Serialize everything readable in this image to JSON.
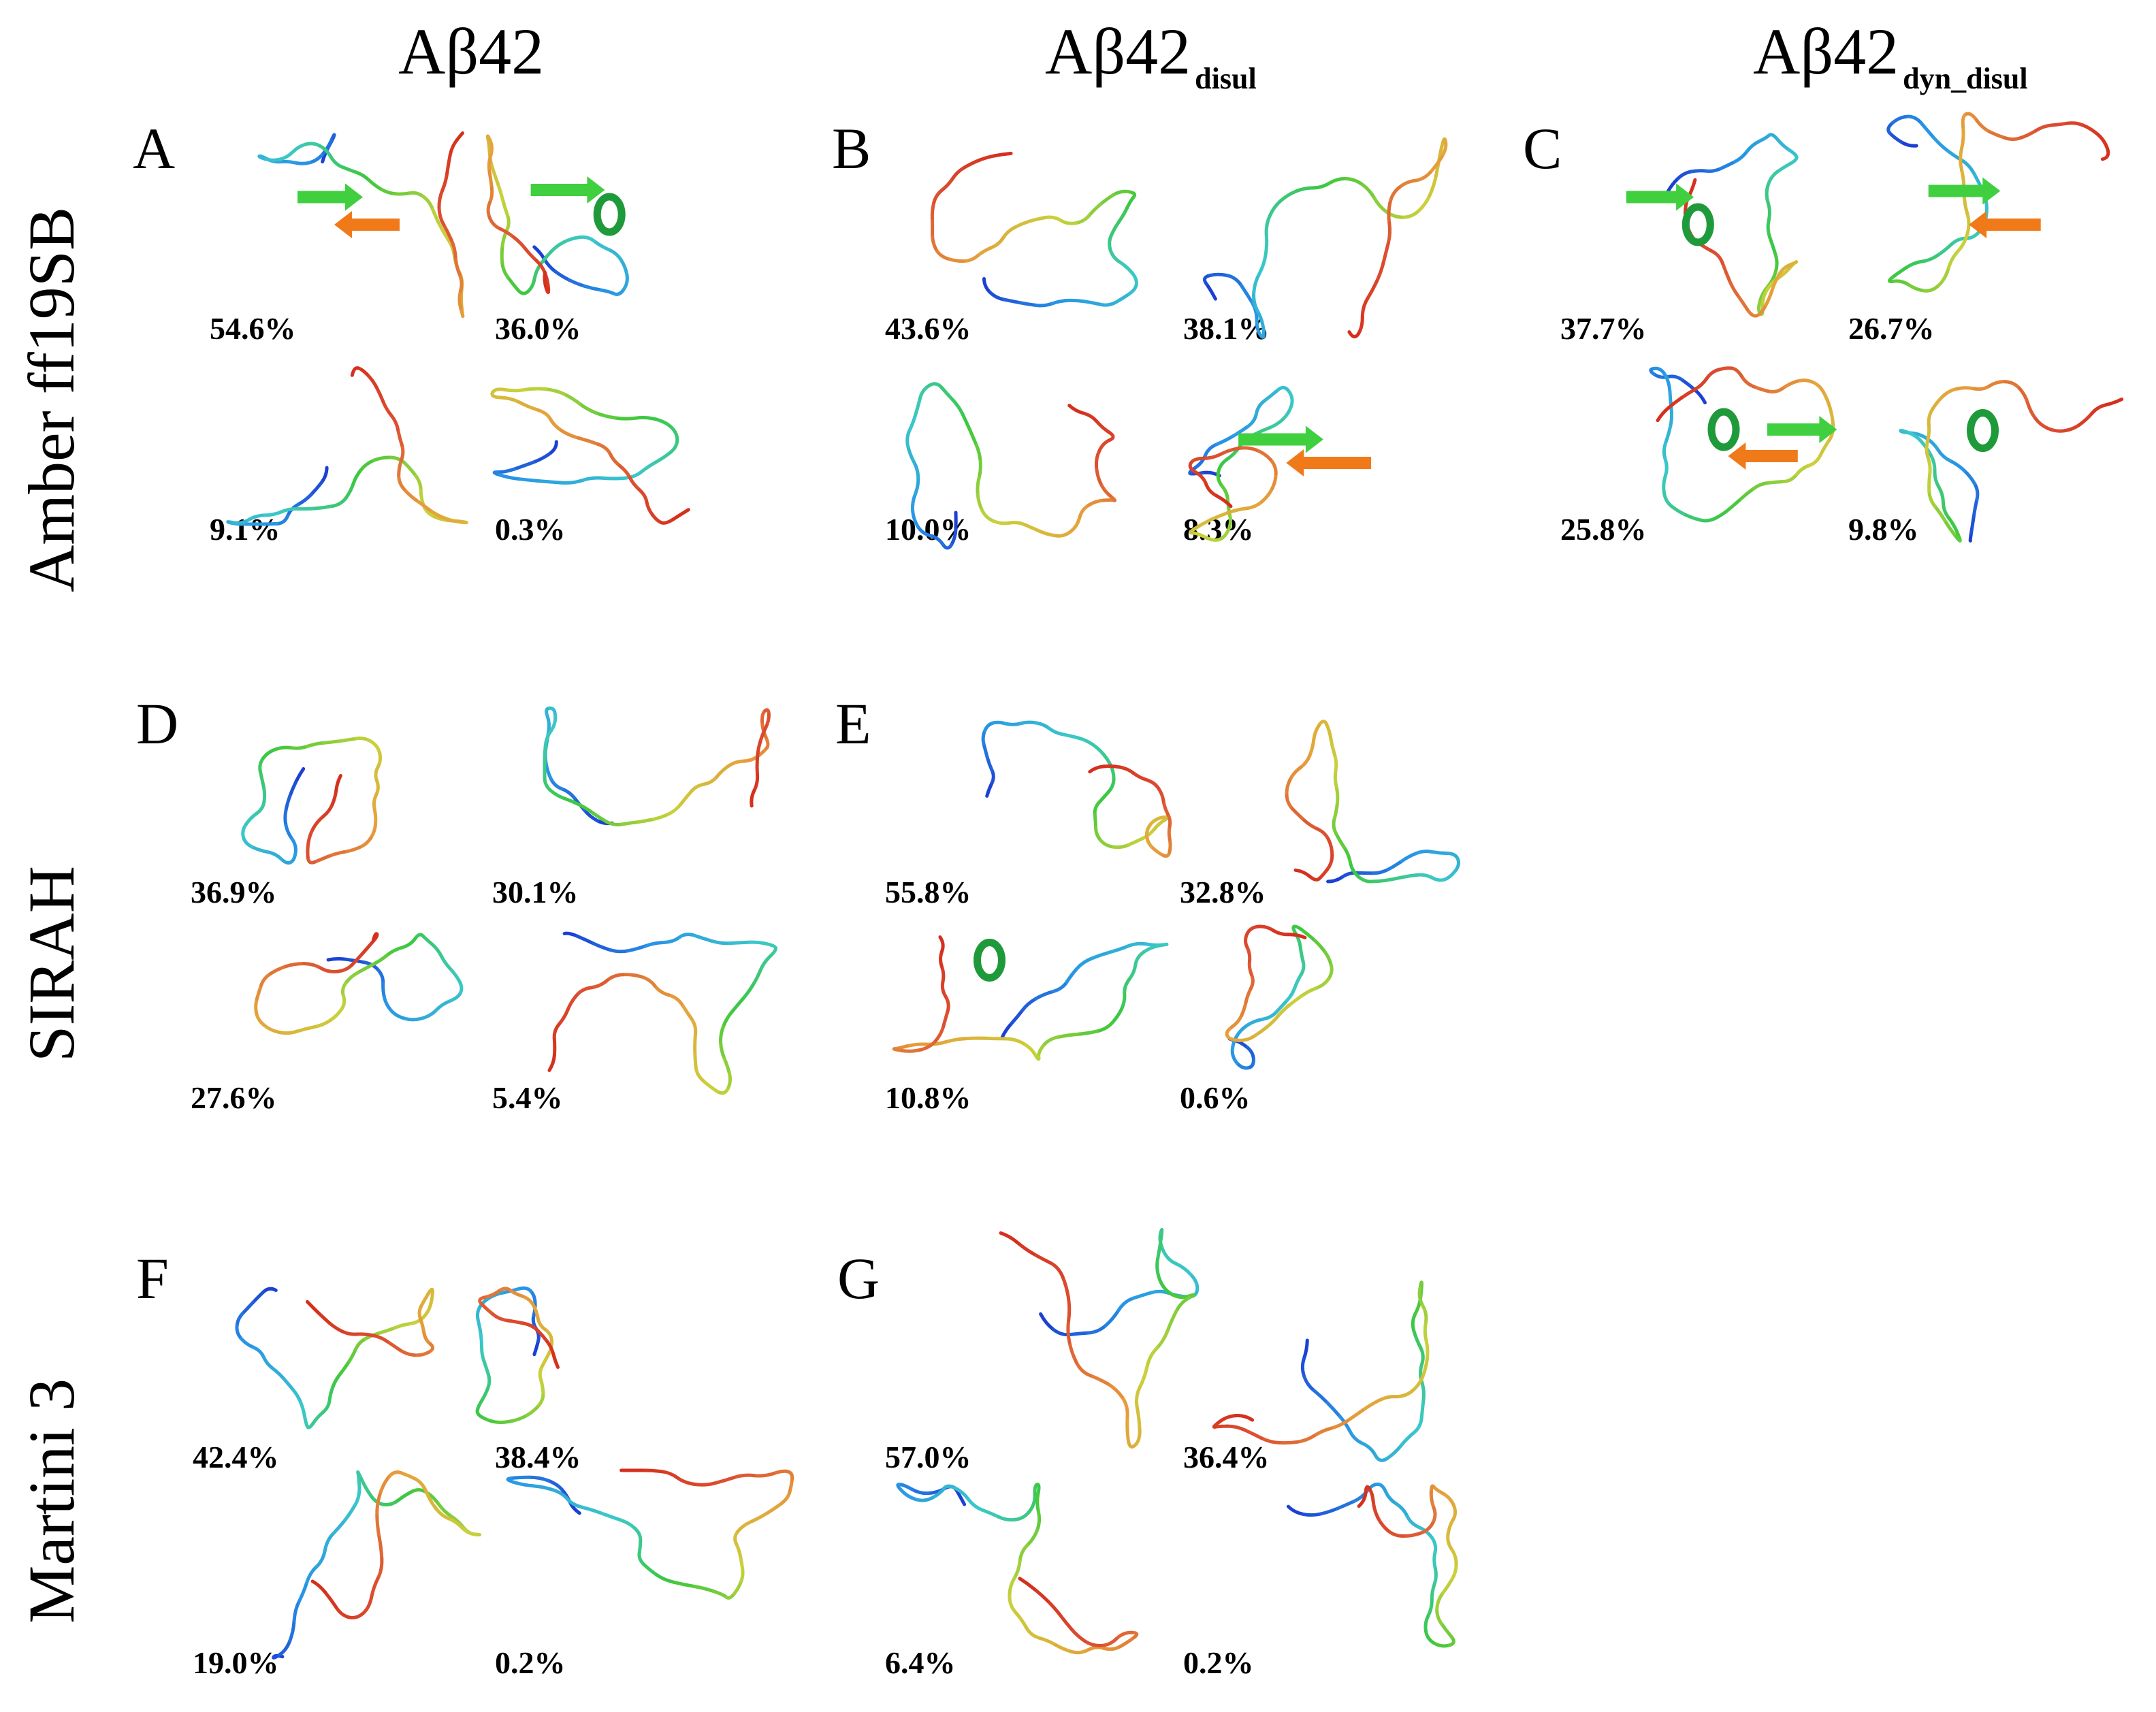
{
  "column_headers": [
    {
      "base": "Aβ42",
      "sub": ""
    },
    {
      "base": "Aβ42",
      "sub": "disul"
    },
    {
      "base": "Aβ42",
      "sub": "dyn_disul"
    }
  ],
  "row_labels": [
    "Amber ff19SB",
    "SIRAH",
    "Martini 3"
  ],
  "panels": [
    {
      "label": "A",
      "structures": [
        {
          "percent": "54.6%",
          "secondary": [
            "strand",
            "strand"
          ]
        },
        {
          "percent": "36.0%",
          "secondary": [
            "strand",
            "helix"
          ]
        },
        {
          "percent": "9.1%",
          "secondary": []
        },
        {
          "percent": "0.3%",
          "secondary": []
        }
      ]
    },
    {
      "label": "B",
      "structures": [
        {
          "percent": "43.6%",
          "secondary": []
        },
        {
          "percent": "38.1%",
          "secondary": []
        },
        {
          "percent": "10.0%",
          "secondary": []
        },
        {
          "percent": "8.3%",
          "secondary": [
            "strand",
            "strand"
          ]
        }
      ]
    },
    {
      "label": "C",
      "structures": [
        {
          "percent": "37.7%",
          "secondary": [
            "strand",
            "helix"
          ]
        },
        {
          "percent": "26.7%",
          "secondary": [
            "strand",
            "strand"
          ]
        },
        {
          "percent": "25.8%",
          "secondary": [
            "helix",
            "strand",
            "strand"
          ]
        },
        {
          "percent": "9.8%",
          "secondary": [
            "helix"
          ]
        }
      ]
    },
    {
      "label": "D",
      "structures": [
        {
          "percent": "36.9%",
          "secondary": []
        },
        {
          "percent": "30.1%",
          "secondary": []
        },
        {
          "percent": "27.6%",
          "secondary": []
        },
        {
          "percent": "5.4%",
          "secondary": []
        }
      ]
    },
    {
      "label": "E",
      "structures": [
        {
          "percent": "55.8%",
          "secondary": []
        },
        {
          "percent": "32.8%",
          "secondary": []
        },
        {
          "percent": "10.8%",
          "secondary": [
            "helix"
          ]
        },
        {
          "percent": "0.6%",
          "secondary": []
        }
      ]
    },
    {
      "label": "F",
      "structures": [
        {
          "percent": "42.4%",
          "secondary": []
        },
        {
          "percent": "38.4%",
          "secondary": []
        },
        {
          "percent": "19.0%",
          "secondary": []
        },
        {
          "percent": "0.2%",
          "secondary": []
        }
      ]
    },
    {
      "label": "G",
      "structures": [
        {
          "percent": "57.0%",
          "secondary": []
        },
        {
          "percent": "36.4%",
          "secondary": []
        },
        {
          "percent": "6.4%",
          "secondary": []
        },
        {
          "percent": "0.2%",
          "secondary": []
        }
      ]
    }
  ],
  "colors": {
    "n_terminus": "#1a2fd0",
    "c_terminus": "#d42a1a",
    "strand": "#3fcf3f",
    "strand_alt": "#f07a1a",
    "helix": "#1f9a3a",
    "text": "#000000"
  }
}
